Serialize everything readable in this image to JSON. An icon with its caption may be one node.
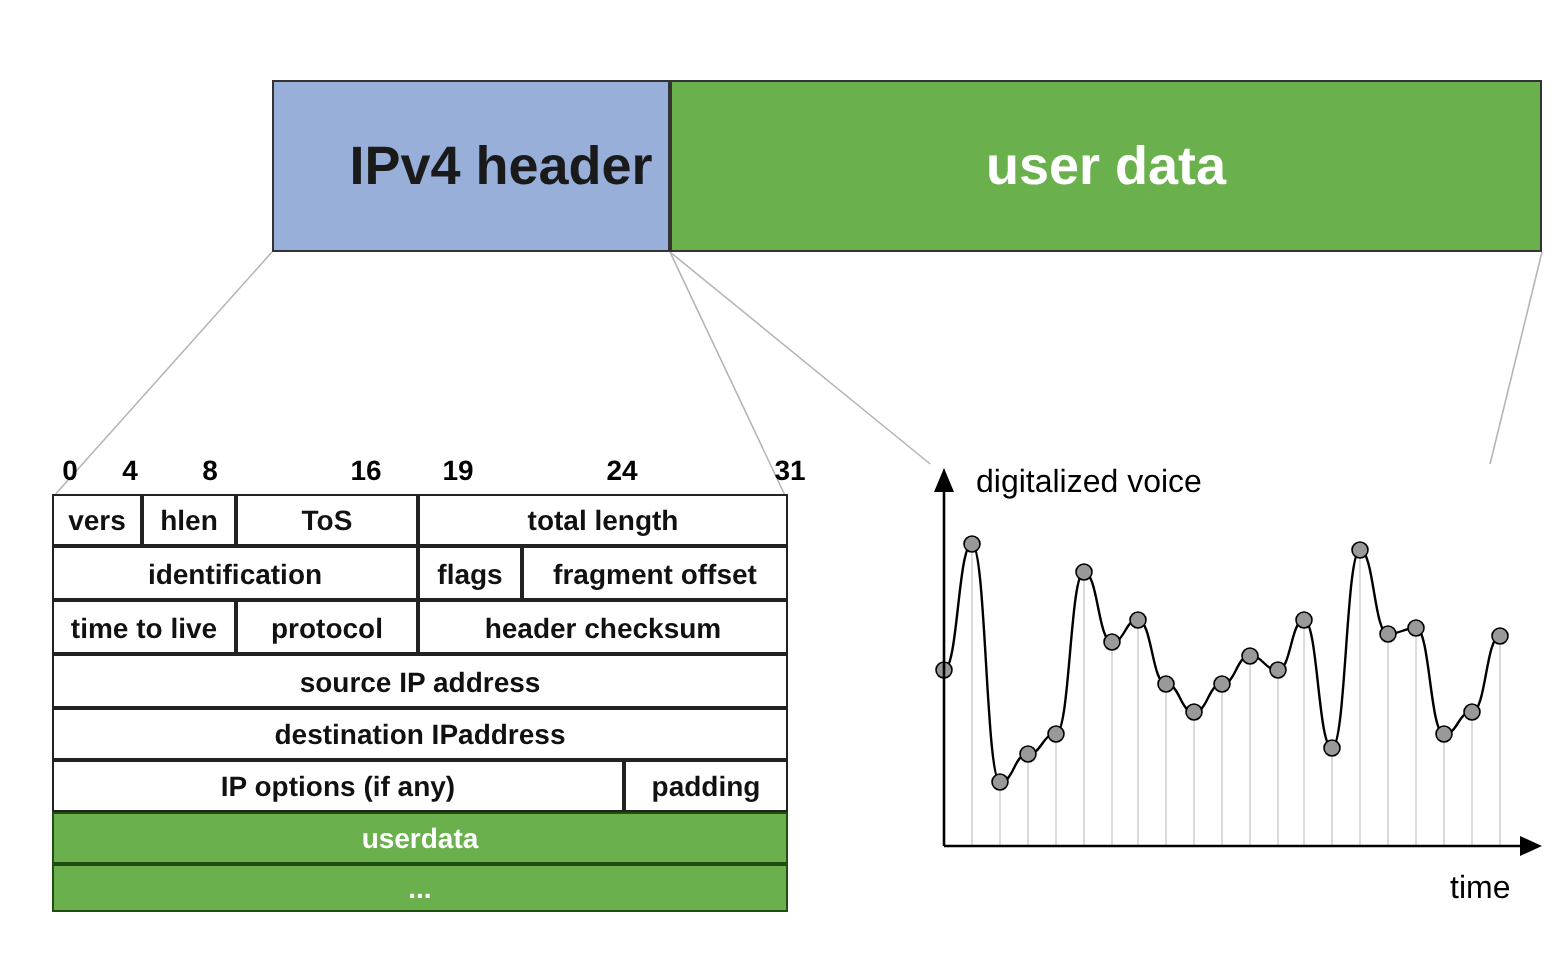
{
  "diagram": {
    "nodes": [
      {
        "text": [
          "IPv4 header"
        ]
      },
      {
        "text": [
          "user data"
        ]
      },
      {
        "text": [
          "vers",
          "hlen",
          "ToS",
          "total length",
          "identification",
          "flags",
          "fragment offset",
          "time to live",
          "protocol",
          "header checksum",
          "source IP address",
          "destination IPaddress",
          "IP options (if any)",
          "padding",
          "userdata",
          "..."
        ]
      },
      {
        "text": [],
        "shape": "picture"
      }
    ],
    "edges": [
      {
        "from": 0,
        "to": 2,
        "arrow": "none"
      },
      {
        "from": 0,
        "to": 2,
        "arrow": "none"
      },
      {
        "from": 1,
        "to": 3,
        "arrow": "none"
      },
      {
        "from": 1,
        "to": 3,
        "arrow": "none"
      }
    ],
    "labels": [
      "0",
      "4",
      "8",
      "16",
      "19",
      "24",
      "31",
      "digitalized voice",
      "time"
    ]
  }
}
